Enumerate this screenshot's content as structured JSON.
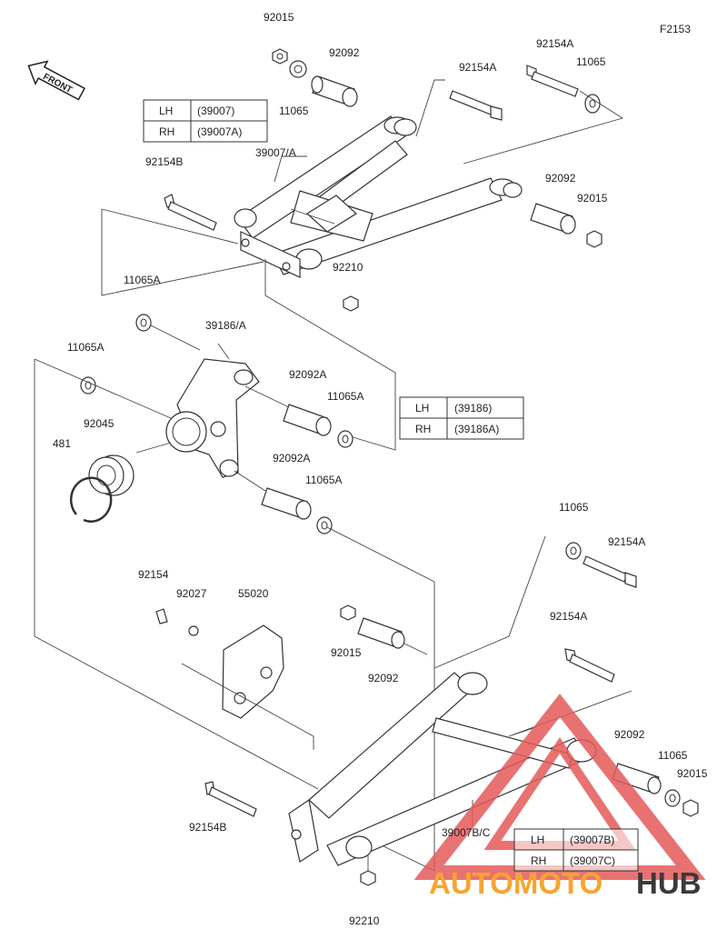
{
  "figure_code": "F2153",
  "front_label": "FRONT",
  "watermark": {
    "text_auto": "AUTOMOTO",
    "text_hub": "HUB",
    "color_orange": "#f4a532",
    "color_dark": "#3a3a3a",
    "color_red": "#e45a5a"
  },
  "tables": [
    {
      "rows": [
        {
          "side": "LH",
          "code": "(39007)"
        },
        {
          "side": "RH",
          "code": "(39007A)"
        }
      ]
    },
    {
      "rows": [
        {
          "side": "LH",
          "code": "(39186)"
        },
        {
          "side": "RH",
          "code": "(39186A)"
        }
      ]
    },
    {
      "rows": [
        {
          "side": "LH",
          "code": "(39007B)"
        },
        {
          "side": "RH",
          "code": "(39007C)"
        }
      ]
    }
  ],
  "labels": [
    "92015",
    "92092",
    "92154A",
    "11065",
    "92154A",
    "11065",
    "39007/A",
    "92154B",
    "92092",
    "92015",
    "92210",
    "11065A",
    "39186/A",
    "11065A",
    "92092A",
    "11065A",
    "92045",
    "481",
    "92092A",
    "11065A",
    "11065",
    "92154A",
    "92154",
    "92027",
    "55020",
    "92154A",
    "92015",
    "92092",
    "92092",
    "11065",
    "92015",
    "92154B",
    "39007B/C",
    "92210"
  ]
}
